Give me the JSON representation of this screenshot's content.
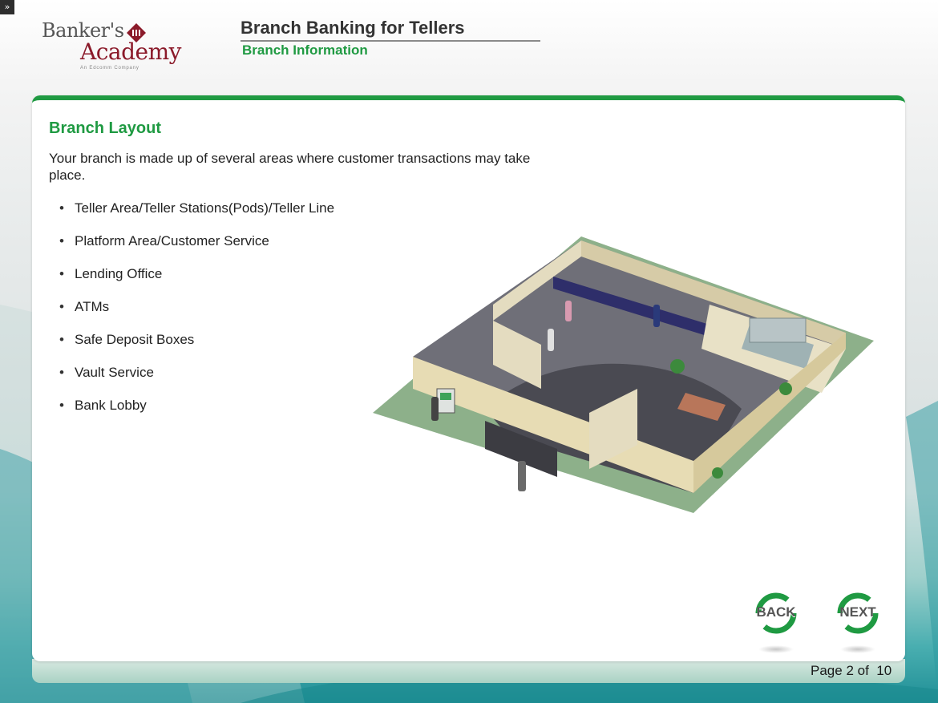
{
  "toolbar": {
    "toggle_glyph": "»"
  },
  "logo": {
    "line1": "Banker's",
    "line2": "Academy",
    "tagline": "An Edcomm Company"
  },
  "header": {
    "course_title": "Branch Banking for Tellers",
    "module_title": "Branch Information"
  },
  "content": {
    "section_title": "Branch Layout",
    "intro": "Your branch is made up of several areas where customer transactions may take place.",
    "bullets": [
      "Teller Area/Teller Stations(Pods)/Teller Line",
      "Platform Area/Customer Service",
      "Lending Office",
      "ATMs",
      "Safe Deposit Boxes",
      "Vault Service",
      "Bank Lobby"
    ]
  },
  "nav": {
    "back_label": "BACK",
    "next_label": "NEXT"
  },
  "pagination": {
    "prefix": "Page",
    "current": "2",
    "of_label": "of",
    "total": "10"
  },
  "colors": {
    "accent_green": "#1f9a42",
    "logo_red": "#8b1a2a"
  }
}
